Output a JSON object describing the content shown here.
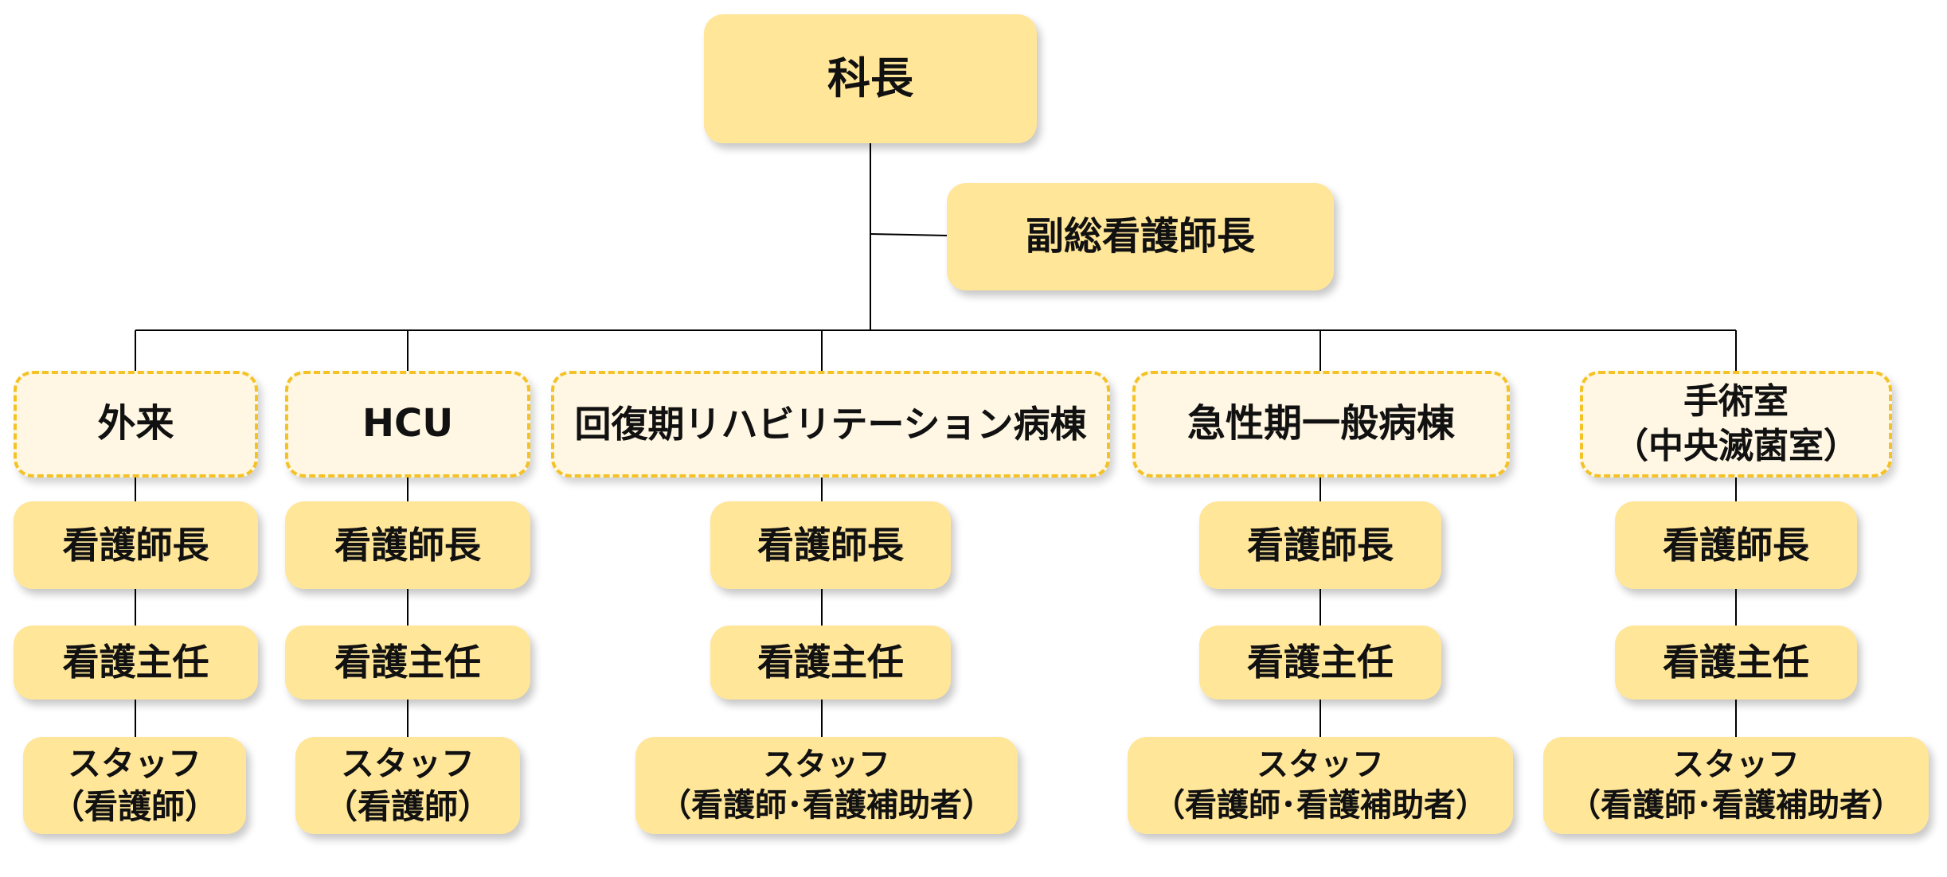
{
  "top": {
    "chief": "科長",
    "deputy": "副総看護師長"
  },
  "departments": [
    {
      "name": "外来",
      "head": "看護師長",
      "chief": "看護主任",
      "staff": "スタッフ\n（看護師）"
    },
    {
      "name": "HCU",
      "head": "看護師長",
      "chief": "看護主任",
      "staff": "スタッフ\n（看護師）"
    },
    {
      "name": "回復期リハビリテーション病棟",
      "head": "看護師長",
      "chief": "看護主任",
      "staff": "スタッフ\n（看護師･看護補助者）"
    },
    {
      "name": "急性期一般病棟",
      "head": "看護師長",
      "chief": "看護主任",
      "staff": "スタッフ\n（看護師･看護補助者）"
    },
    {
      "name": "手術室\n（中央滅菌室）",
      "head": "看護師長",
      "chief": "看護主任",
      "staff": "スタッフ\n（看護師･看護補助者）"
    }
  ],
  "colors": {
    "box_fill": "#ffe699",
    "dept_fill": "#fff7e3",
    "dept_border": "#f5c226",
    "line": "#000000"
  }
}
